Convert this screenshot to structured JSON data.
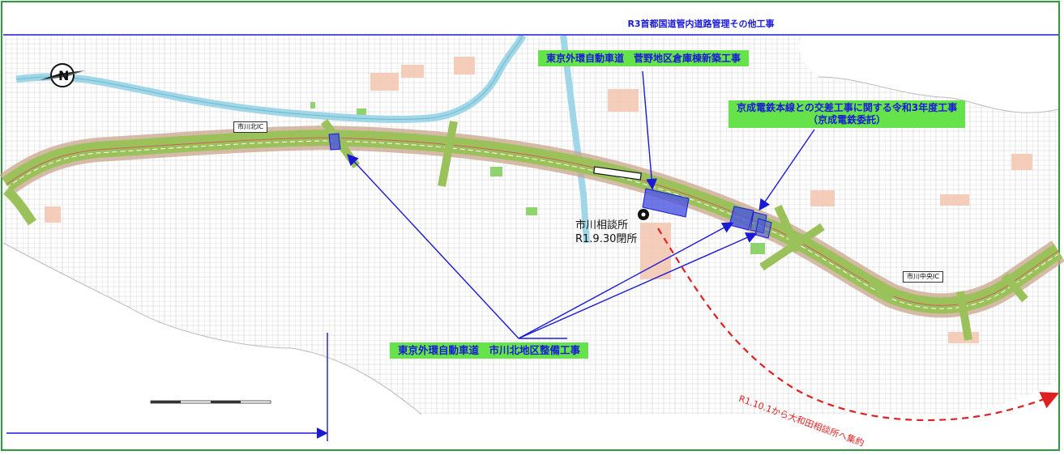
{
  "header": {
    "title": "R3首都国道管内道路管理その他工事"
  },
  "labels": {
    "sugano": "東京外環自動車道　菅野地区倉庫棟新築工事",
    "keisei_line1": "京成電鉄本線との交差工事に関する令和3年度工事",
    "keisei_line2": "（京成電鉄委託）",
    "ichikawa_kita_works": "東京外環自動車道　市川北地区整備工事",
    "ichikawa_kita_ic": "市川北IC",
    "ichikawa_chuo_ic": "市川中央IC",
    "office_name": "市川相談所",
    "office_closed": "R1.9.30閉所",
    "relocation_note": "R1.10.1から大和田相談所へ集約"
  },
  "colors": {
    "frame": "#2e9a3e",
    "label_bg": "#66e34a",
    "label_text": "#1a1ad6",
    "leader_line": "#1a1ad6",
    "work_area": "#4a55e0",
    "relocation_arrow": "#e02020",
    "highway": "#9bc25a",
    "river": "#9fd6e8"
  },
  "icons": {
    "compass": "north-arrow-icon",
    "office": "office-marker-icon"
  }
}
